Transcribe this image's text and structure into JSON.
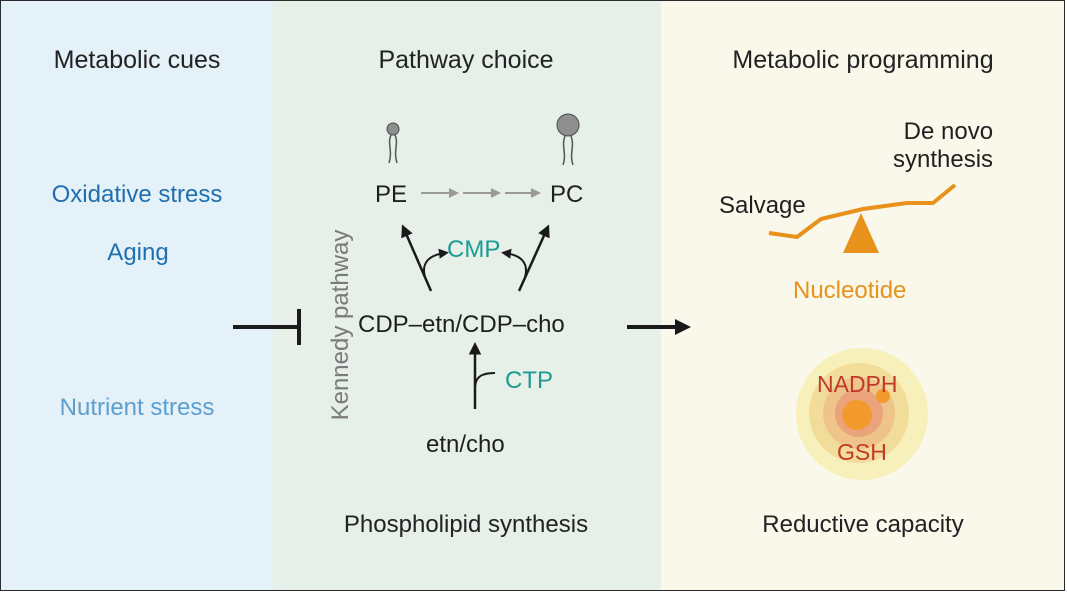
{
  "panels": {
    "cues": {
      "title": "Metabolic cues",
      "bg": "#e5f1f8"
    },
    "pathway": {
      "title": "Pathway choice",
      "footer": "Phospholipid synthesis",
      "bg": "#e6efe8"
    },
    "programming": {
      "title": "Metabolic programming",
      "footer": "Reductive capacity",
      "bg": "#f9f8ea"
    }
  },
  "cues": {
    "oxidative": "Oxidative stress",
    "aging": "Aging",
    "nutrient": "Nutrient stress",
    "color_dark": "#1f6fb0",
    "color_light": "#5b9fd0"
  },
  "pathway": {
    "vertical_label": "Kennedy pathway",
    "pe": "PE",
    "pc": "PC",
    "cmp": "CMP",
    "cdp": "CDP–etn/CDP–cho",
    "ctp": "CTP",
    "etn": "etn/cho",
    "accent": "#1a9b94"
  },
  "programming": {
    "de_novo": "De novo\nsynthesis",
    "salvage": "Salvage",
    "nucleotide": "Nucleotide",
    "nadph": "NADPH",
    "gsh": "GSH",
    "orange": "#e8921c",
    "red": "#c0392b"
  }
}
